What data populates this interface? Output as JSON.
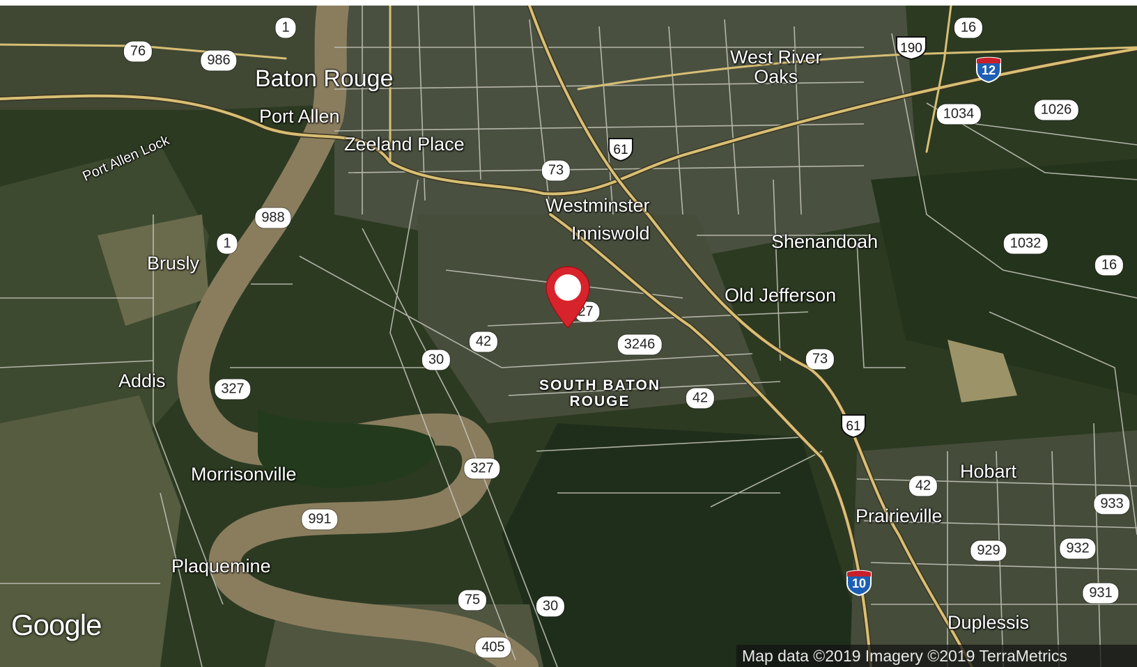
{
  "map": {
    "map_type": "satellite",
    "colors": {
      "land": "#2c3a22",
      "farmland": "#5a6243",
      "river": "#8a7d5e",
      "highway": "#d8bf74",
      "road": "#c8c8be",
      "pin": "#d7242c"
    },
    "places": {
      "baton_rouge": "Baton Rouge",
      "port_allen": "Port Allen",
      "zeeland_place": "Zeeland Place",
      "port_allen_lock": "Port Allen Lock",
      "west_river_oaks": "West River\nOaks",
      "westminster": "Westminster",
      "inniswold": "Inniswold",
      "shenandoah": "Shenandoah",
      "old_jefferson": "Old Jefferson",
      "brusly": "Brusly",
      "addis": "Addis",
      "south_baton_rouge": "SOUTH BATON\nROUGE",
      "morrisonville": "Morrisonville",
      "plaquemine": "Plaquemine",
      "hobart": "Hobart",
      "prairieville": "Prairieville",
      "duplessis": "Duplessis"
    },
    "route_shields": {
      "r1_top": "1",
      "r76": "76",
      "r986": "986",
      "r988": "988",
      "r1_mid": "1",
      "r42_a": "42",
      "r30_a": "30",
      "r327_a": "327",
      "r327_b": "327",
      "r991": "991",
      "r75": "75",
      "r30_b": "30",
      "r405": "405",
      "r73_a": "73",
      "r3246": "3246",
      "r42_b": "42",
      "r73_b": "73",
      "r42_c": "42",
      "r929": "929",
      "r16_a": "16",
      "r1034": "1034",
      "r1026": "1026",
      "r1032": "1032",
      "r16_b": "16",
      "r933": "933",
      "r932": "932",
      "r931": "931",
      "r_partial_27": "27"
    },
    "us_routes": {
      "us61_a": "61",
      "us61_b": "61",
      "us190": "190"
    },
    "interstates": {
      "i12": "12",
      "i10": "10"
    },
    "marker": {
      "icon": "map-pin-icon"
    },
    "logo": "Google",
    "attribution": "Map data ©2019  Imagery ©2019 TerraMetrics"
  }
}
